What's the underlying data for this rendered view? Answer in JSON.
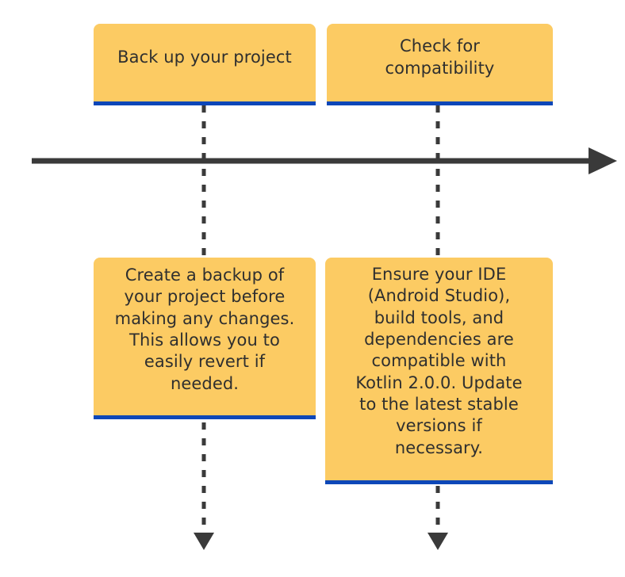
{
  "diagram": {
    "type": "timeline-flowchart",
    "background_color": "#FFFFFF",
    "node_fill_color": "#FCCB63",
    "node_accent_color": "#0D47B8",
    "axis_color": "#3A3A3A",
    "connector_color": "#3A3A3A",
    "text_color": "#2F2F2F",
    "axis": {
      "orientation": "horizontal",
      "direction": "left-to-right",
      "arrow": "right"
    },
    "steps": [
      {
        "id": "step-1",
        "title": "Back up your project",
        "description": "Create a backup of\nyour project before\nmaking any changes.\nThis allows you to\neasily revert if\nneeded.",
        "connector": "dashed",
        "connector_arrow": "down"
      },
      {
        "id": "step-2",
        "title": "Check for\ncompatibility",
        "description": "Ensure your IDE\n(Android Studio),\nbuild tools, and\ndependencies are\ncompatible with\nKotlin 2.0.0. Update\nto the latest stable\nversions if\nnecessary.",
        "connector": "dashed",
        "connector_arrow": "down"
      }
    ]
  }
}
